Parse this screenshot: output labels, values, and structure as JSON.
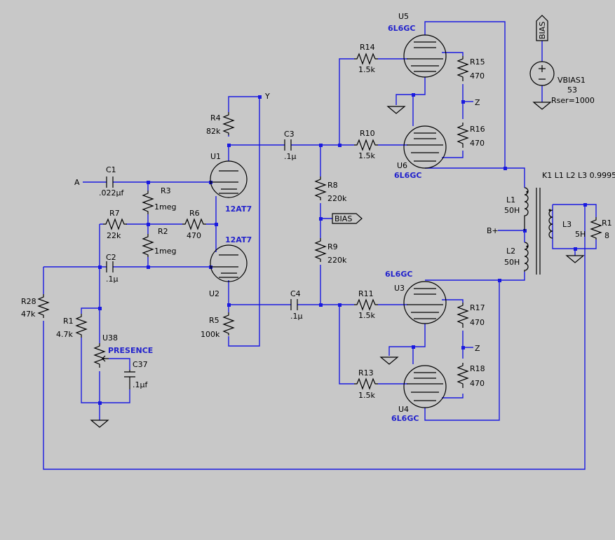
{
  "labels": {
    "R14": "R14",
    "R14v": "1.5k",
    "R15": "R15",
    "R15v": "470",
    "R16": "R16",
    "R16v": "470",
    "R10": "R10",
    "R10v": "1.5k",
    "R4": "R4",
    "R4v": "82k",
    "R3": "R3",
    "R3v": "1meg",
    "R2": "R2",
    "R2v": "1meg",
    "R6": "R6",
    "R6v": "470",
    "R7": "R7",
    "R7v": "22k",
    "R8": "R8",
    "R8v": "220k",
    "R9": "R9",
    "R9v": "220k",
    "R5": "R5",
    "R5v": "100k",
    "R11": "R11",
    "R11v": "1.5k",
    "R13": "R13",
    "R13v": "1.5k",
    "R17": "R17",
    "R17v": "470",
    "R18": "R18",
    "R18v": "470",
    "R28": "R28",
    "R28v": "47k",
    "R1": "R1",
    "R1v": "4.7k",
    "R1b": "R1",
    "R1bv": "8",
    "C1": "C1",
    "C1v": ".022µf",
    "C2": "C2",
    "C2v": ".1µ",
    "C3": "C3",
    "C3v": ".1µ",
    "C4": "C4",
    "C4v": ".1µ",
    "C37": "C37",
    "C37v": ".1µf",
    "U1": "U1",
    "U2": "U2",
    "U3": "U3",
    "U4": "U4",
    "U5": "U5",
    "U6": "U6",
    "U38": "U38",
    "t12a": "12AT7",
    "t12b": "12AT7",
    "t6a": "6L6GC",
    "t6b": "6L6GC",
    "t6c": "6L6GC",
    "t6d": "6L6GC",
    "presence": "PRESENCE",
    "L1": "L1",
    "L1v": "50H",
    "L2": "L2",
    "L2v": "50H",
    "L3": "L3",
    "L3v": "5H",
    "K1": "K1 L1 L2 L3 0.9995",
    "Bplus": "B+",
    "A": "A",
    "Y": "Y",
    "Z1": "Z",
    "Z2": "Z",
    "BIAS": "BIAS",
    "BIAS2": "BIAS",
    "VB": "VBIAS1",
    "VBv": "53",
    "VBr": "Rser=1000"
  },
  "colors": {
    "background": "#c8c8c8",
    "wire": "#1a1ae0",
    "component": "#000000",
    "tube_label": "#2222cc"
  }
}
